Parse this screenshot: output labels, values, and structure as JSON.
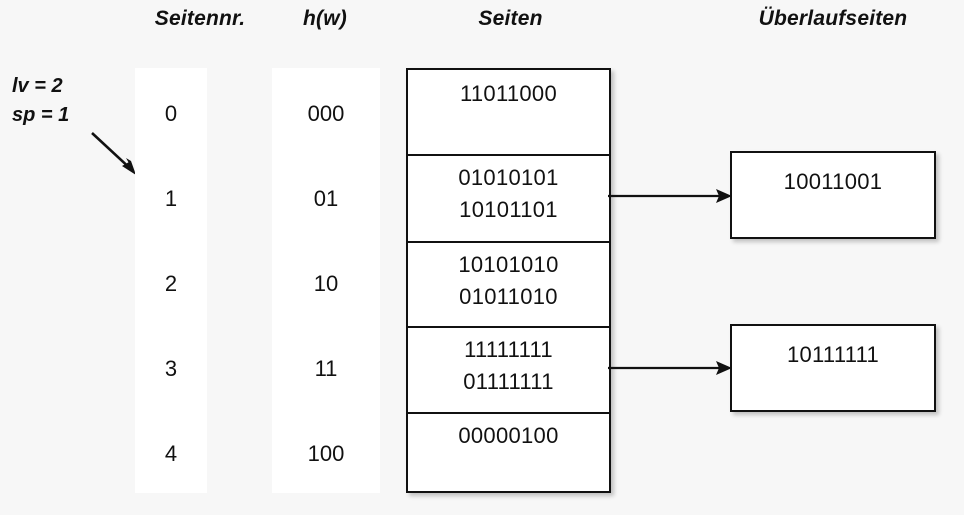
{
  "headers": {
    "seitennr": "Seitennr.",
    "hw": "h(w)",
    "seiten": "Seiten",
    "ueberlaufseiten": "Überlaufseiten"
  },
  "annotation": {
    "lv": "lv = 2",
    "sp": "sp = 1",
    "arrow_icon": "diagonal-arrow-down-right-icon"
  },
  "columns": {
    "seitennr": [
      "0",
      "1",
      "2",
      "3",
      "4"
    ],
    "hw": [
      "000",
      "01",
      "10",
      "11",
      "100"
    ]
  },
  "pages": [
    {
      "index": "0",
      "entries": [
        "11011000"
      ]
    },
    {
      "index": "1",
      "entries": [
        "01010101",
        "10101101"
      ]
    },
    {
      "index": "2",
      "entries": [
        "10101010",
        "01011010"
      ]
    },
    {
      "index": "3",
      "entries": [
        "11111111",
        "01111111"
      ]
    },
    {
      "index": "4",
      "entries": [
        "00000100"
      ]
    }
  ],
  "overflow_pages": [
    {
      "from_page": "1",
      "entries": [
        "10011001"
      ]
    },
    {
      "from_page": "3",
      "entries": [
        "10111111"
      ]
    }
  ],
  "connectors": [
    {
      "from": "page-row-1",
      "to": "overflow-box-0",
      "icon": "arrow-right-icon"
    },
    {
      "from": "page-row-3",
      "to": "overflow-box-1",
      "icon": "arrow-right-icon"
    }
  ],
  "colors": {
    "background": "#f7f7f7",
    "panel": "#ffffff",
    "stroke": "#111111",
    "text": "#111111"
  }
}
